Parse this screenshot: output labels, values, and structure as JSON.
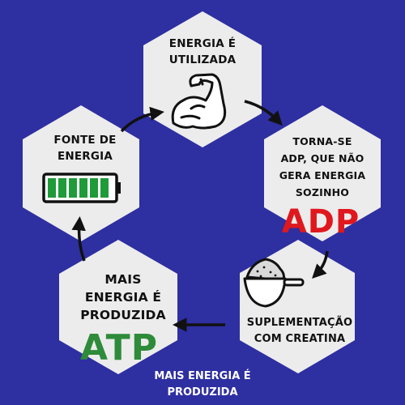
{
  "diagram": {
    "nodes": {
      "top": {
        "lines": [
          "ENERGIA É",
          "UTILIZADA"
        ],
        "icon": "flexed-arm-icon"
      },
      "right": {
        "lines": [
          "TORNA-SE",
          "ADP, QUE NÃO",
          "GERA ENERGIA",
          "SOZINHO"
        ],
        "badge": "ADP",
        "badge_color": "#e0181e"
      },
      "bottom_right": {
        "lines": [
          "SUPLEMENTAÇÃO",
          "COM CREATINA"
        ],
        "icon": "creatine-scoop-icon"
      },
      "bottom_left": {
        "lines": [
          "MAIS",
          "ENERGIA É",
          "PRODUZIDA"
        ],
        "badge": "ATP",
        "badge_color": "#2e8b3a"
      },
      "left": {
        "lines": [
          "FONTE DE",
          "ENERGIA"
        ],
        "icon": "full-battery-icon"
      }
    },
    "caption": [
      "MAIS ENERGIA É",
      "PRODUZIDA"
    ],
    "colors": {
      "background": "#2e2fa1",
      "hexagon": "#ececec",
      "arrow": "#111111",
      "battery_fill": "#1f9b3a"
    }
  }
}
